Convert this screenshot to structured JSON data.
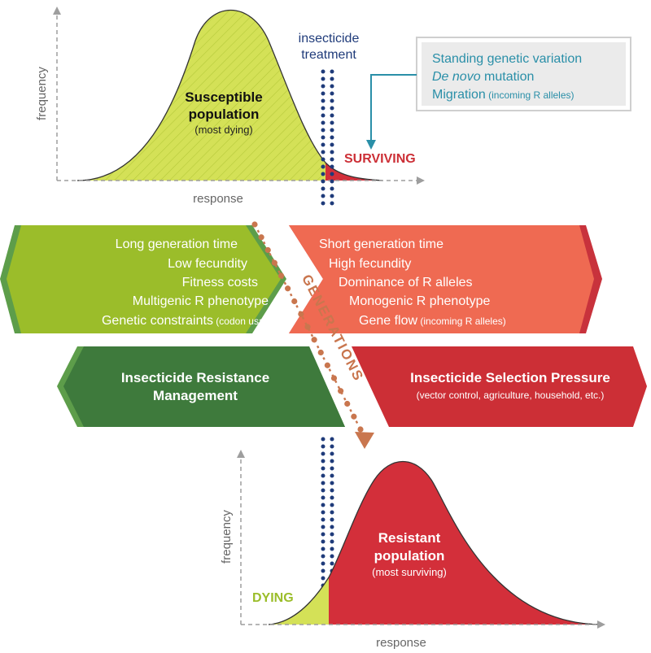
{
  "top_panel": {
    "y_axis_label": "frequency",
    "x_axis_label": "response",
    "population_title_line1": "Susceptible",
    "population_title_line2": "population",
    "population_subtitle": "(most dying)",
    "surviving_label": "SURVIVING"
  },
  "treatment": {
    "label_line1": "insecticide",
    "label_line2": "treatment"
  },
  "sources_box": {
    "line1": "Standing genetic variation",
    "line2_italic": "De novo",
    "line2_rest": " mutation",
    "line3_main": "Migration",
    "line3_small": " (incoming R alleles)"
  },
  "left_factors": [
    {
      "main": "Long generation time",
      "small": ""
    },
    {
      "main": "Low fecundity",
      "small": ""
    },
    {
      "main": "Fitness costs",
      "small": ""
    },
    {
      "main": "Multigenic R phenotype",
      "small": ""
    },
    {
      "main": "Genetic constraints",
      "small": " (codon usage)"
    }
  ],
  "right_factors": [
    {
      "main": "Short generation time",
      "small": ""
    },
    {
      "main": "High fecundity",
      "small": ""
    },
    {
      "main": "Dominance of R alleles",
      "small": ""
    },
    {
      "main": "Monogenic R phenotype",
      "small": ""
    },
    {
      "main": "Gene flow",
      "small": " (incoming R alleles)"
    }
  ],
  "generations_label": "GENERATIONS",
  "management_box": {
    "line1": "Insecticide Resistance",
    "line2": "Management"
  },
  "pressure_box": {
    "title": "Insecticide Selection Pressure",
    "subtitle": "(vector control, agriculture, household, etc.)"
  },
  "bottom_panel": {
    "y_axis_label": "frequency",
    "x_axis_label": "response",
    "population_title_line1": "Resistant",
    "population_title_line2": "population",
    "population_subtitle": "(most surviving)",
    "dying_label": "DYING"
  },
  "colors": {
    "susceptible_fill": "#d4e157",
    "resistant_fill": "#d32f3a",
    "left_hex": "#9bbd2a",
    "left_hex_edge": "#5d9d4a",
    "right_hex": "#ef6a52",
    "right_hex_edge": "#c8323c",
    "management_fill": "#3e7a3c",
    "pressure_fill": "#cc2f36",
    "treatment_dots": "#1f3b7a",
    "sources_text": "#2a8fa8",
    "generations_arrow": "#c9764e"
  }
}
